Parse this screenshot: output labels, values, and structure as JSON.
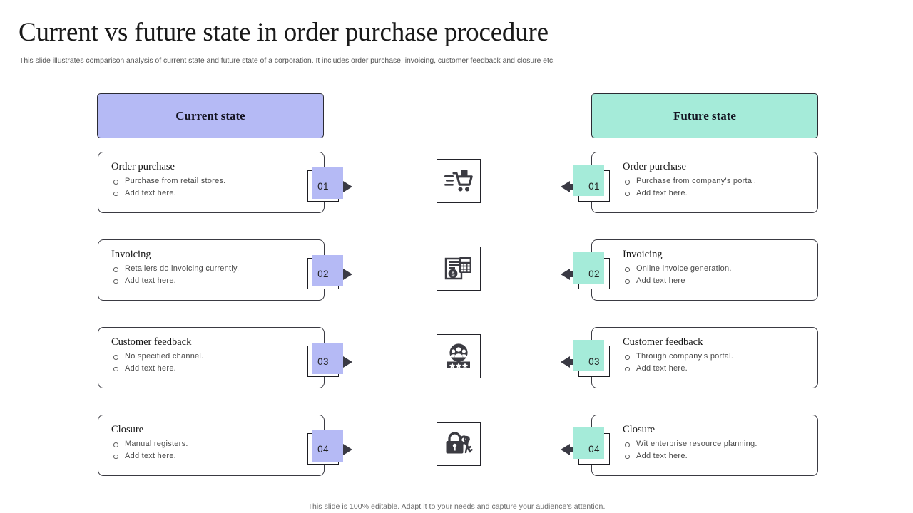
{
  "slide": {
    "title": "Current vs future state in order purchase procedure",
    "subtitle": "This slide illustrates comparison analysis of current state and future state of a corporation. It includes order purchase, invoicing, customer feedback and closure etc.",
    "footer": "This slide is 100% editable. Adapt it to your needs and capture your audience's attention."
  },
  "colors": {
    "current_state_fill": "#b5baf5",
    "future_state_fill": "#a5ebd9",
    "border": "#2b2b33",
    "arrow": "#3a3a44",
    "title_text": "#1a1a1a",
    "body_text": "#4a4a4a"
  },
  "columns": {
    "left": {
      "header": "Current state"
    },
    "right": {
      "header": "Future state"
    }
  },
  "rows": [
    {
      "number": "01",
      "icon": "shopping-cart-icon",
      "left": {
        "title": "Order purchase",
        "bullets": [
          "Purchase from retail stores.",
          "Add text here."
        ]
      },
      "right": {
        "title": "Order purchase",
        "bullets": [
          "Purchase from company's portal.",
          "Add text here."
        ]
      }
    },
    {
      "number": "02",
      "icon": "invoice-calculator-icon",
      "left": {
        "title": "Invoicing",
        "bullets": [
          "Retailers do invoicing  currently.",
          "Add text here."
        ]
      },
      "right": {
        "title": "Invoicing",
        "bullets": [
          "Online invoice  generation.",
          "Add text here"
        ]
      }
    },
    {
      "number": "03",
      "icon": "customer-feedback-stars-icon",
      "left": {
        "title": "Customer feedback",
        "bullets": [
          "No specified channel.",
          "Add text here."
        ]
      },
      "right": {
        "title": "Customer feedback",
        "bullets": [
          "Through  company's portal.",
          "Add text here."
        ]
      }
    },
    {
      "number": "04",
      "icon": "padlock-keys-icon",
      "left": {
        "title": "Closure",
        "bullets": [
          "Manual registers.",
          "Add text here."
        ]
      },
      "right": {
        "title": "Closure",
        "bullets": [
          "Wit enterprise  resource  planning.",
          "Add text here."
        ]
      }
    }
  ]
}
